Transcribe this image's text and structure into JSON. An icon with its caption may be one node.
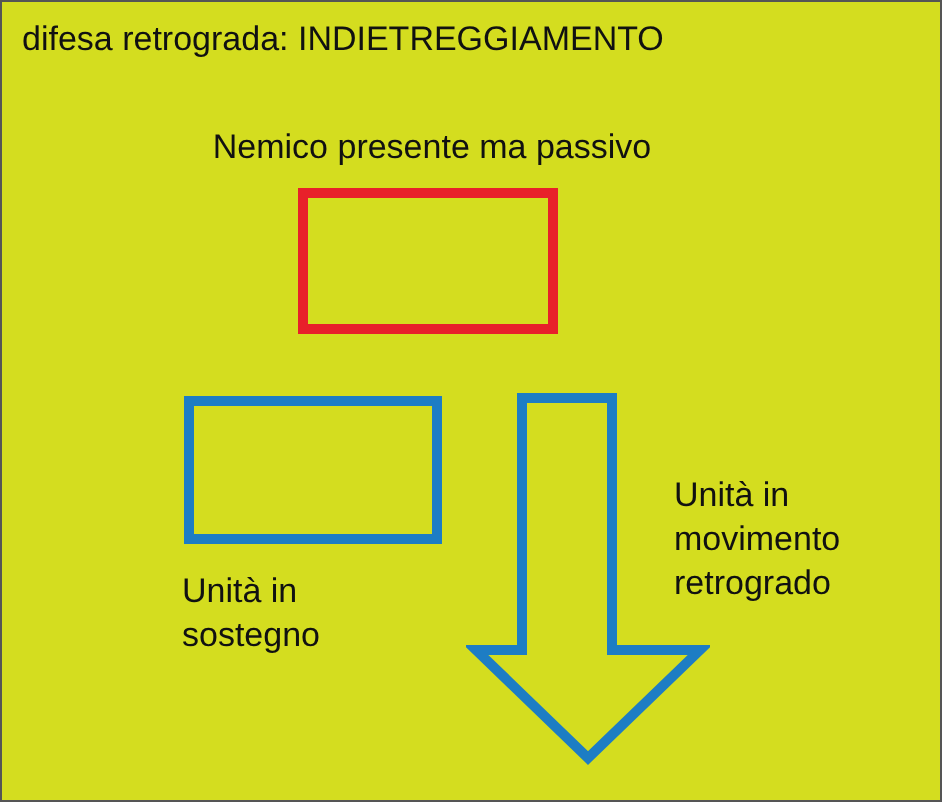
{
  "diagram": {
    "title": "difesa retrograda: INDIETREGGIAMENTO",
    "nodes": [
      {
        "text": [
          "Nemico presente ma passivo"
        ]
      },
      {
        "text": [
          "Unità in sostegno"
        ]
      },
      {
        "text": [
          "Unità in movimento retrogrado"
        ]
      }
    ],
    "edges": []
  }
}
